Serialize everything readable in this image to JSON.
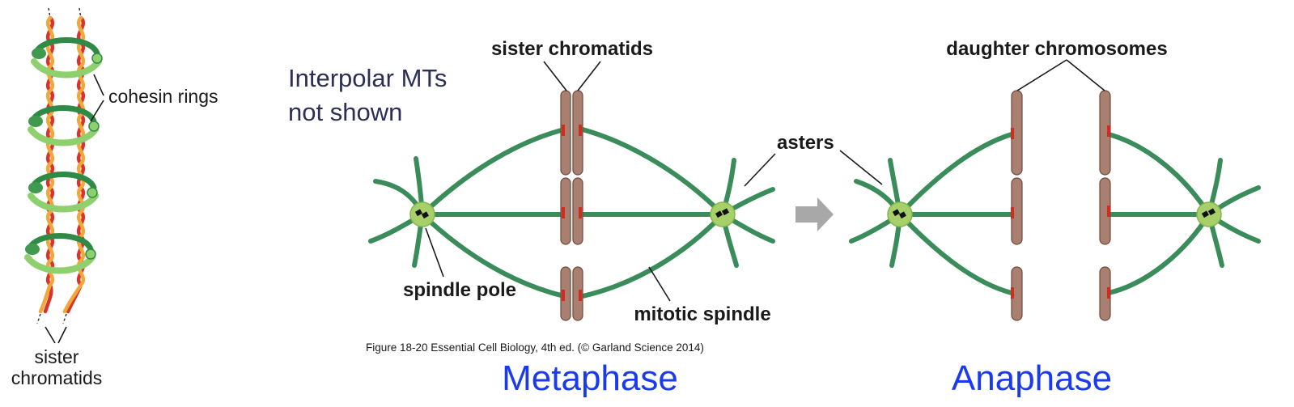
{
  "left_panel": {
    "cohesin_label": "cohesin rings",
    "sister_label_line1": "sister",
    "sister_label_line2": "chromatids"
  },
  "note": {
    "line1": "Interpolar MTs",
    "line2": "not shown"
  },
  "metaphase_panel": {
    "sister_chromatids_label": "sister chromatids",
    "asters_label": "asters",
    "spindle_pole_label": "spindle pole",
    "mitotic_spindle_label": "mitotic spindle",
    "caption": "Figure 18-20  Essential Cell Biology, 4th ed. (© Garland Science 2014)",
    "phase_title": "Metaphase"
  },
  "anaphase_panel": {
    "daughter_label": "daughter chromosomes",
    "phase_title": "Anaphase"
  },
  "colors": {
    "microtubule": "#3a8c5a",
    "chromatid": "#a9806f",
    "kinetochore": "#d42a1f",
    "pole": "#a7cf6a",
    "phase_title": "#1a3af0",
    "arrow": "#a8a8a8"
  }
}
